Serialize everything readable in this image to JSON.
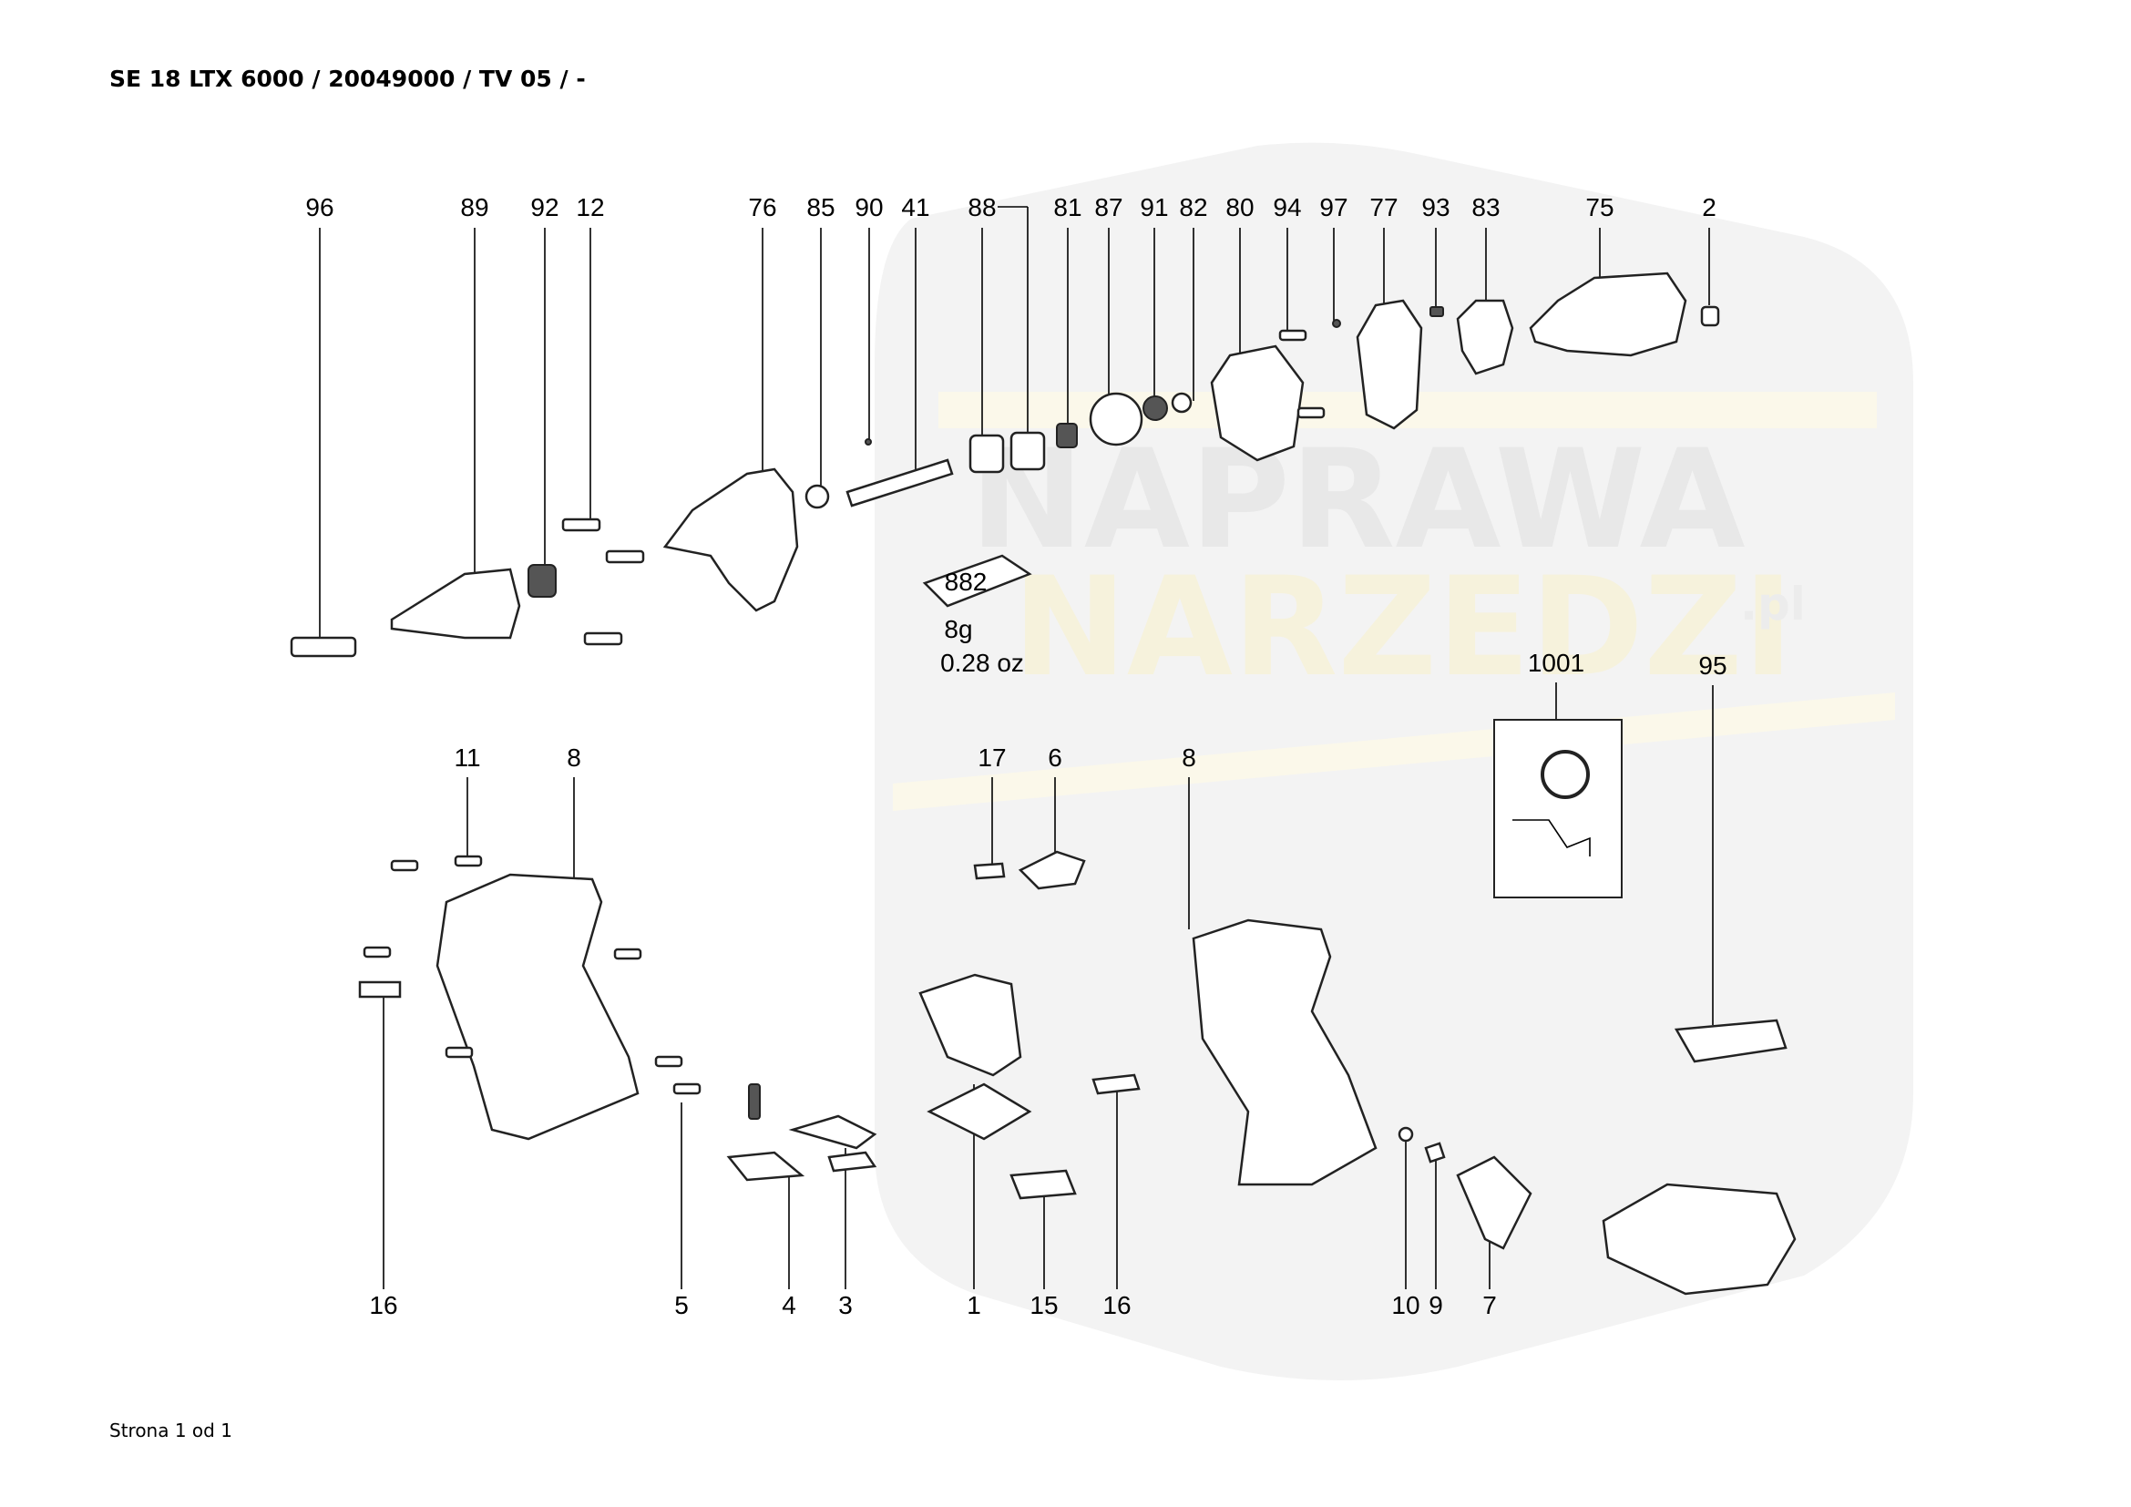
{
  "header": {
    "title": "SE 18 LTX 6000 / 20049000 / TV 05 / -"
  },
  "footer": {
    "page": "Strona 1 od 1"
  },
  "watermark": {
    "line1": "NAPRAWA",
    "line2": "NARZEDZI",
    "suffix": ".pl",
    "color": "#f0f0f0",
    "accent": "#fdf9e8"
  },
  "labels": {
    "top": [
      "96",
      "89",
      "92",
      "12",
      "76",
      "85",
      "90",
      "41",
      "88",
      "81",
      "87",
      "91",
      "82",
      "80",
      "94",
      "97",
      "77",
      "93",
      "83",
      "75",
      "2"
    ],
    "middle": [
      "1001",
      "95",
      "11",
      "8",
      "17",
      "6",
      "8"
    ],
    "bottom": [
      "16",
      "5",
      "4",
      "3",
      "1",
      "15",
      "16",
      "10",
      "9",
      "7"
    ]
  },
  "grease": {
    "part": "882",
    "weight_g": "8g",
    "weight_oz": "0.28 oz"
  }
}
